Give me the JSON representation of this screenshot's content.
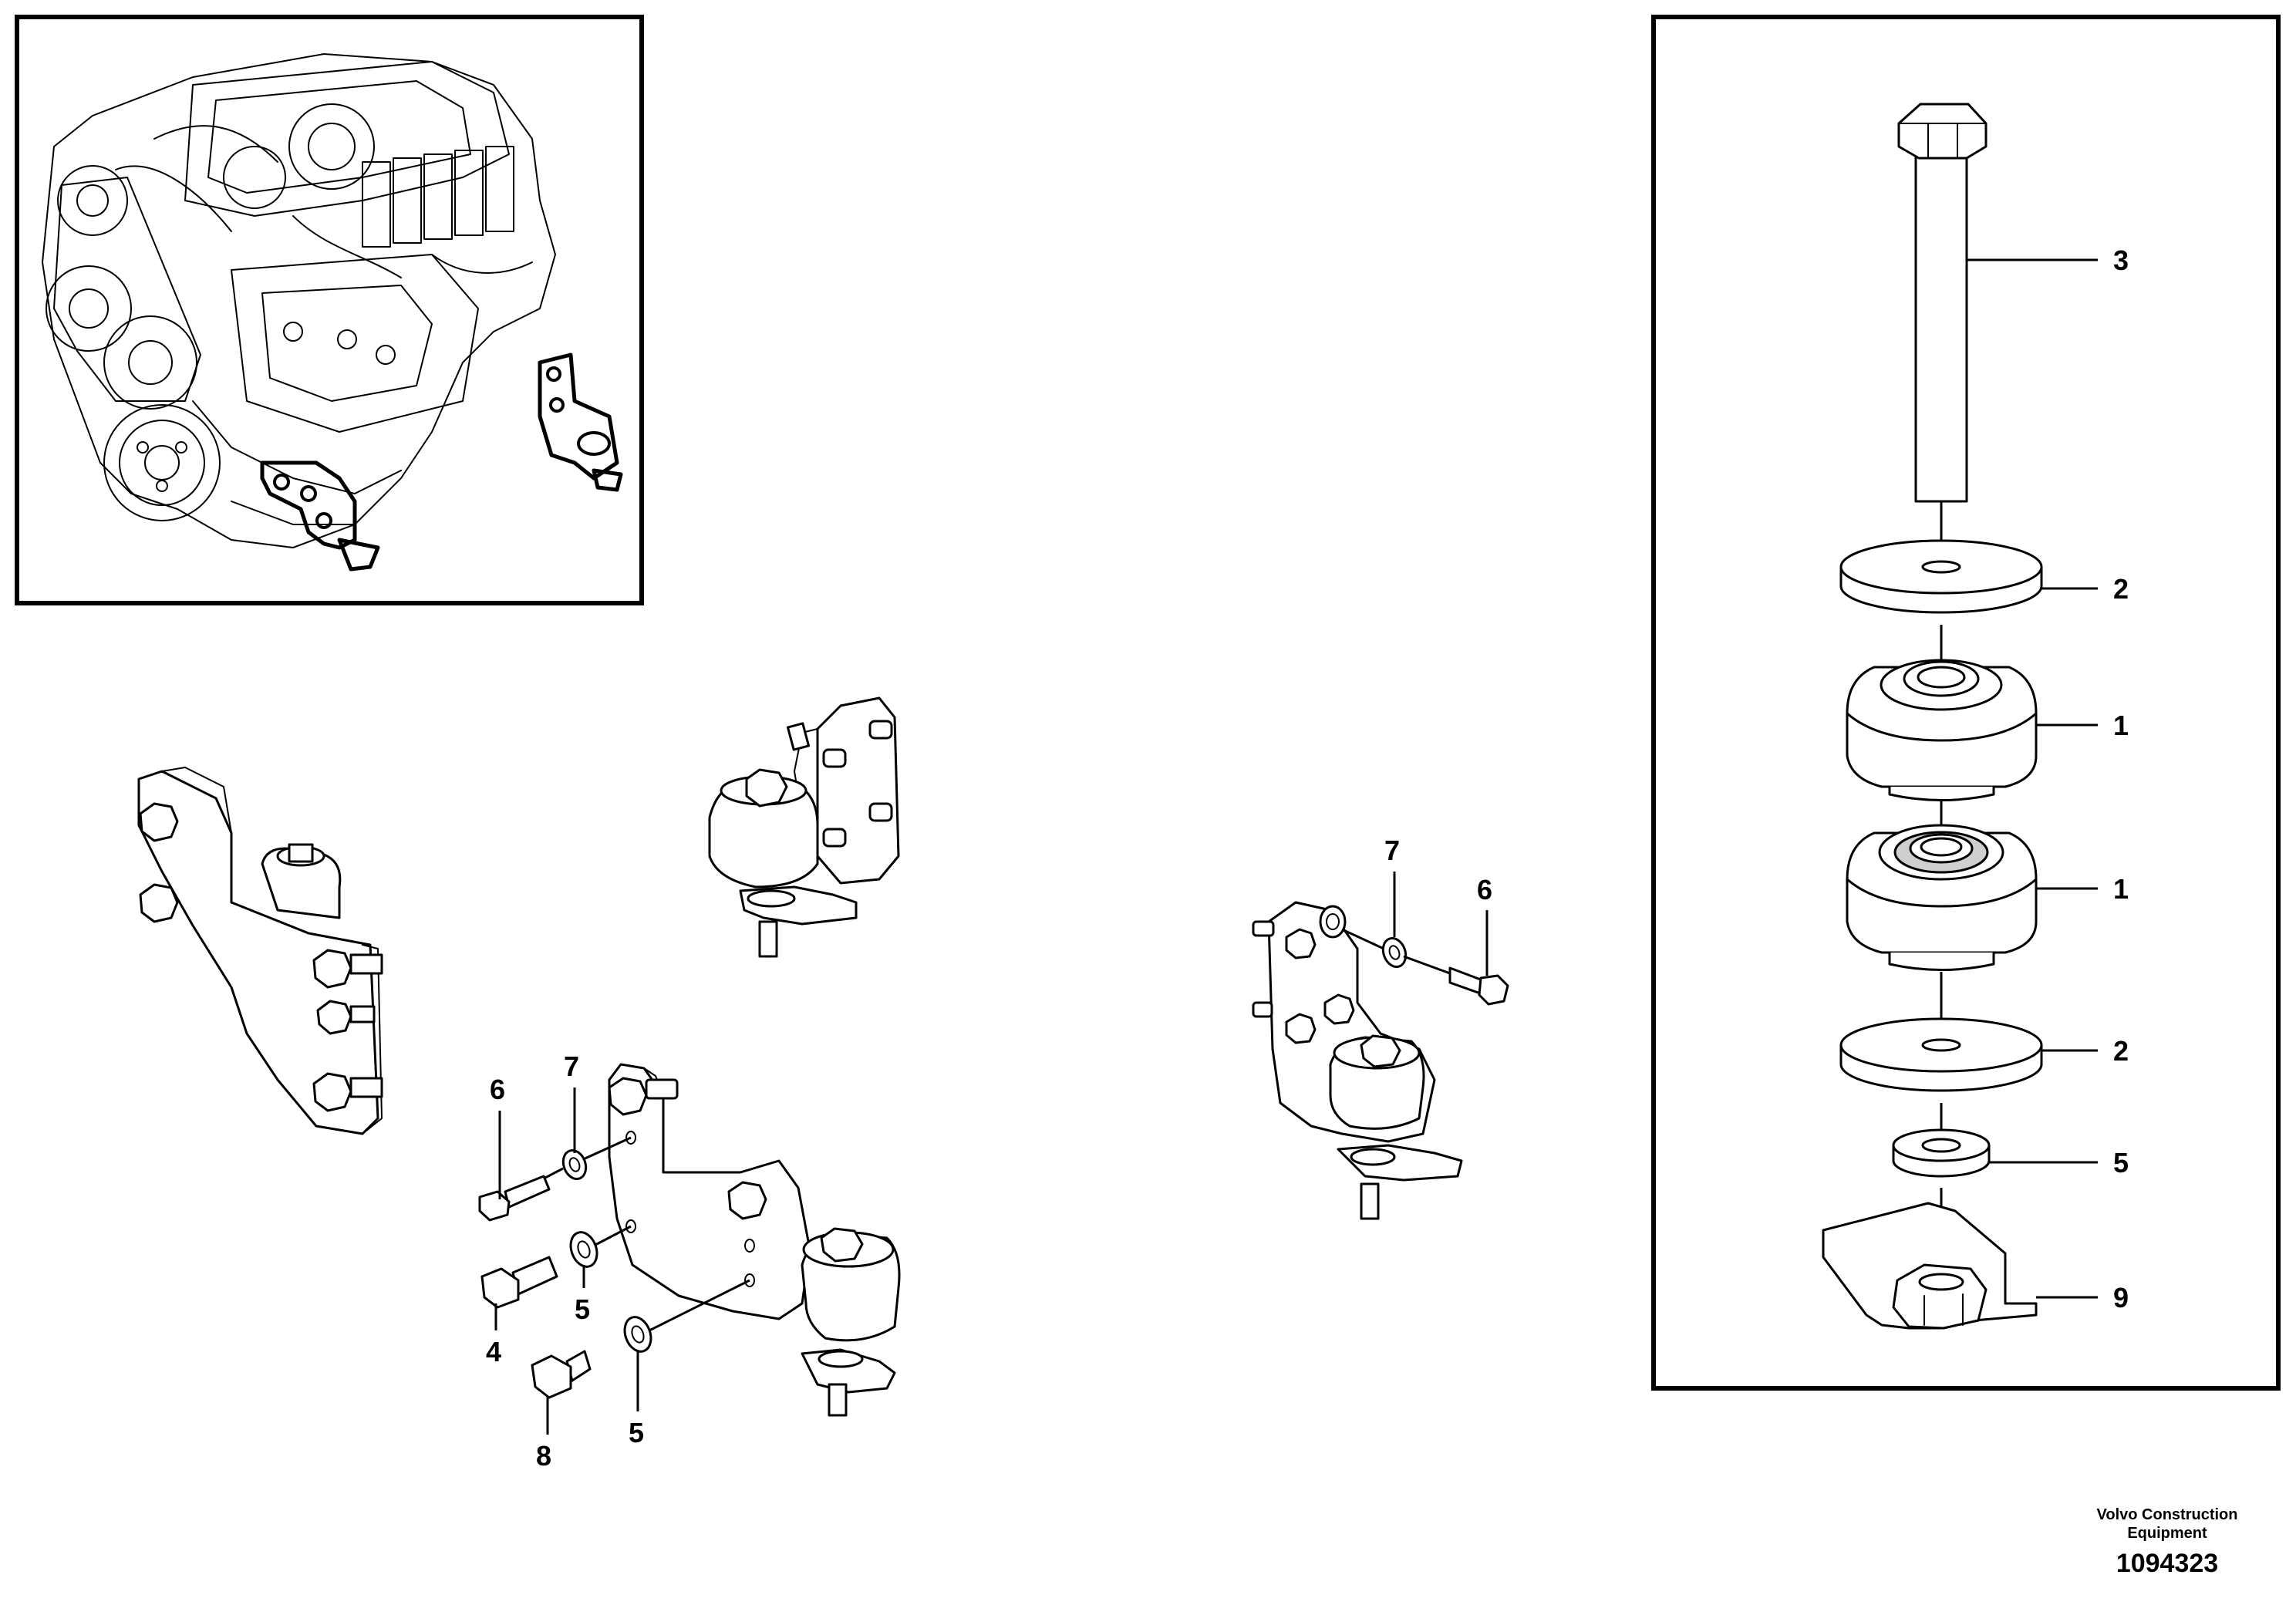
{
  "callouts": {
    "detail": [
      "3",
      "2",
      "1",
      "1",
      "2",
      "5",
      "9"
    ],
    "right_bracket": [
      "7",
      "6"
    ],
    "left_bracket": [
      "6",
      "7",
      "4",
      "5",
      "8",
      "5"
    ]
  },
  "publisher": {
    "name_line1": "Volvo Construction",
    "name_line2": "Equipment",
    "drawing_number": "1094323"
  }
}
